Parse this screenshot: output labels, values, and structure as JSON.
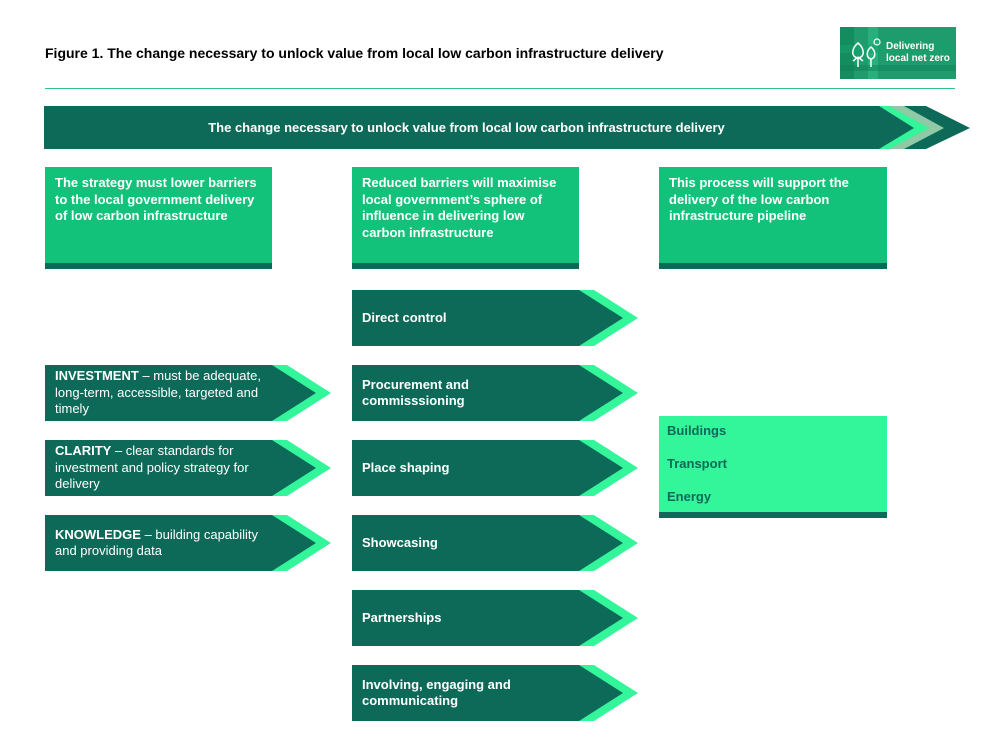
{
  "figure_title": "Figure 1. The change necessary to unlock value from local low carbon infrastructure delivery",
  "logo": {
    "line1": "Delivering",
    "line2": "local net zero",
    "icon": "trees-icon"
  },
  "banner": "The change necessary to unlock value from local low carbon infrastructure delivery",
  "headers": [
    "The strategy must lower barriers to the local government delivery of low carbon infrastructure",
    "Reduced barriers will maximise local government’s sphere of influence in delivering low carbon infrastructure",
    "This process will support the delivery of the low carbon infrastructure pipeline"
  ],
  "barriers": [
    {
      "keyword": "INVESTMENT",
      "text": " – must be adequate, long-term, accessible, targeted and timely"
    },
    {
      "keyword": "CLARITY",
      "text": " – clear standards for investment and policy strategy for delivery"
    },
    {
      "keyword": "KNOWLEDGE",
      "text": " – building capability and providing data"
    }
  ],
  "influence": [
    "Direct control",
    "Procurement and commisssioning",
    "Place shaping",
    "Showcasing",
    "Partnerships",
    "Involving, engaging and communicating"
  ],
  "pipeline": [
    "Buildings",
    "Transport",
    "Energy"
  ],
  "colors": {
    "dark_teal": "#0e6a58",
    "mid_green": "#12c27a",
    "light_green": "#33f599",
    "rule": "#2ec489"
  }
}
